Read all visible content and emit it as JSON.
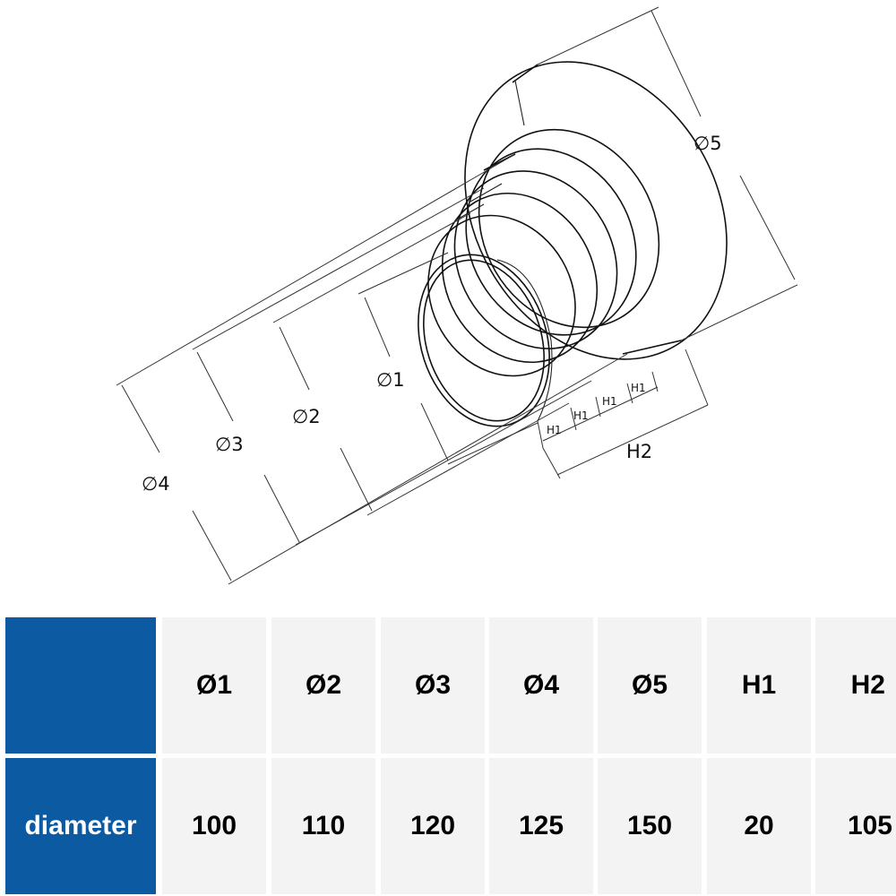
{
  "drawing": {
    "labels": {
      "d1": "∅1",
      "d2": "∅2",
      "d3": "∅3",
      "d4": "∅4",
      "d5": "∅5",
      "h1": "H1",
      "h2": "H2"
    }
  },
  "table": {
    "corner_color": "#0b5aa2",
    "headers": [
      "Ø1",
      "Ø2",
      "Ø3",
      "Ø4",
      "Ø5",
      "H1",
      "H2"
    ],
    "row_label": "diameter",
    "values": [
      "100",
      "110",
      "120",
      "125",
      "150",
      "20",
      "105"
    ]
  }
}
